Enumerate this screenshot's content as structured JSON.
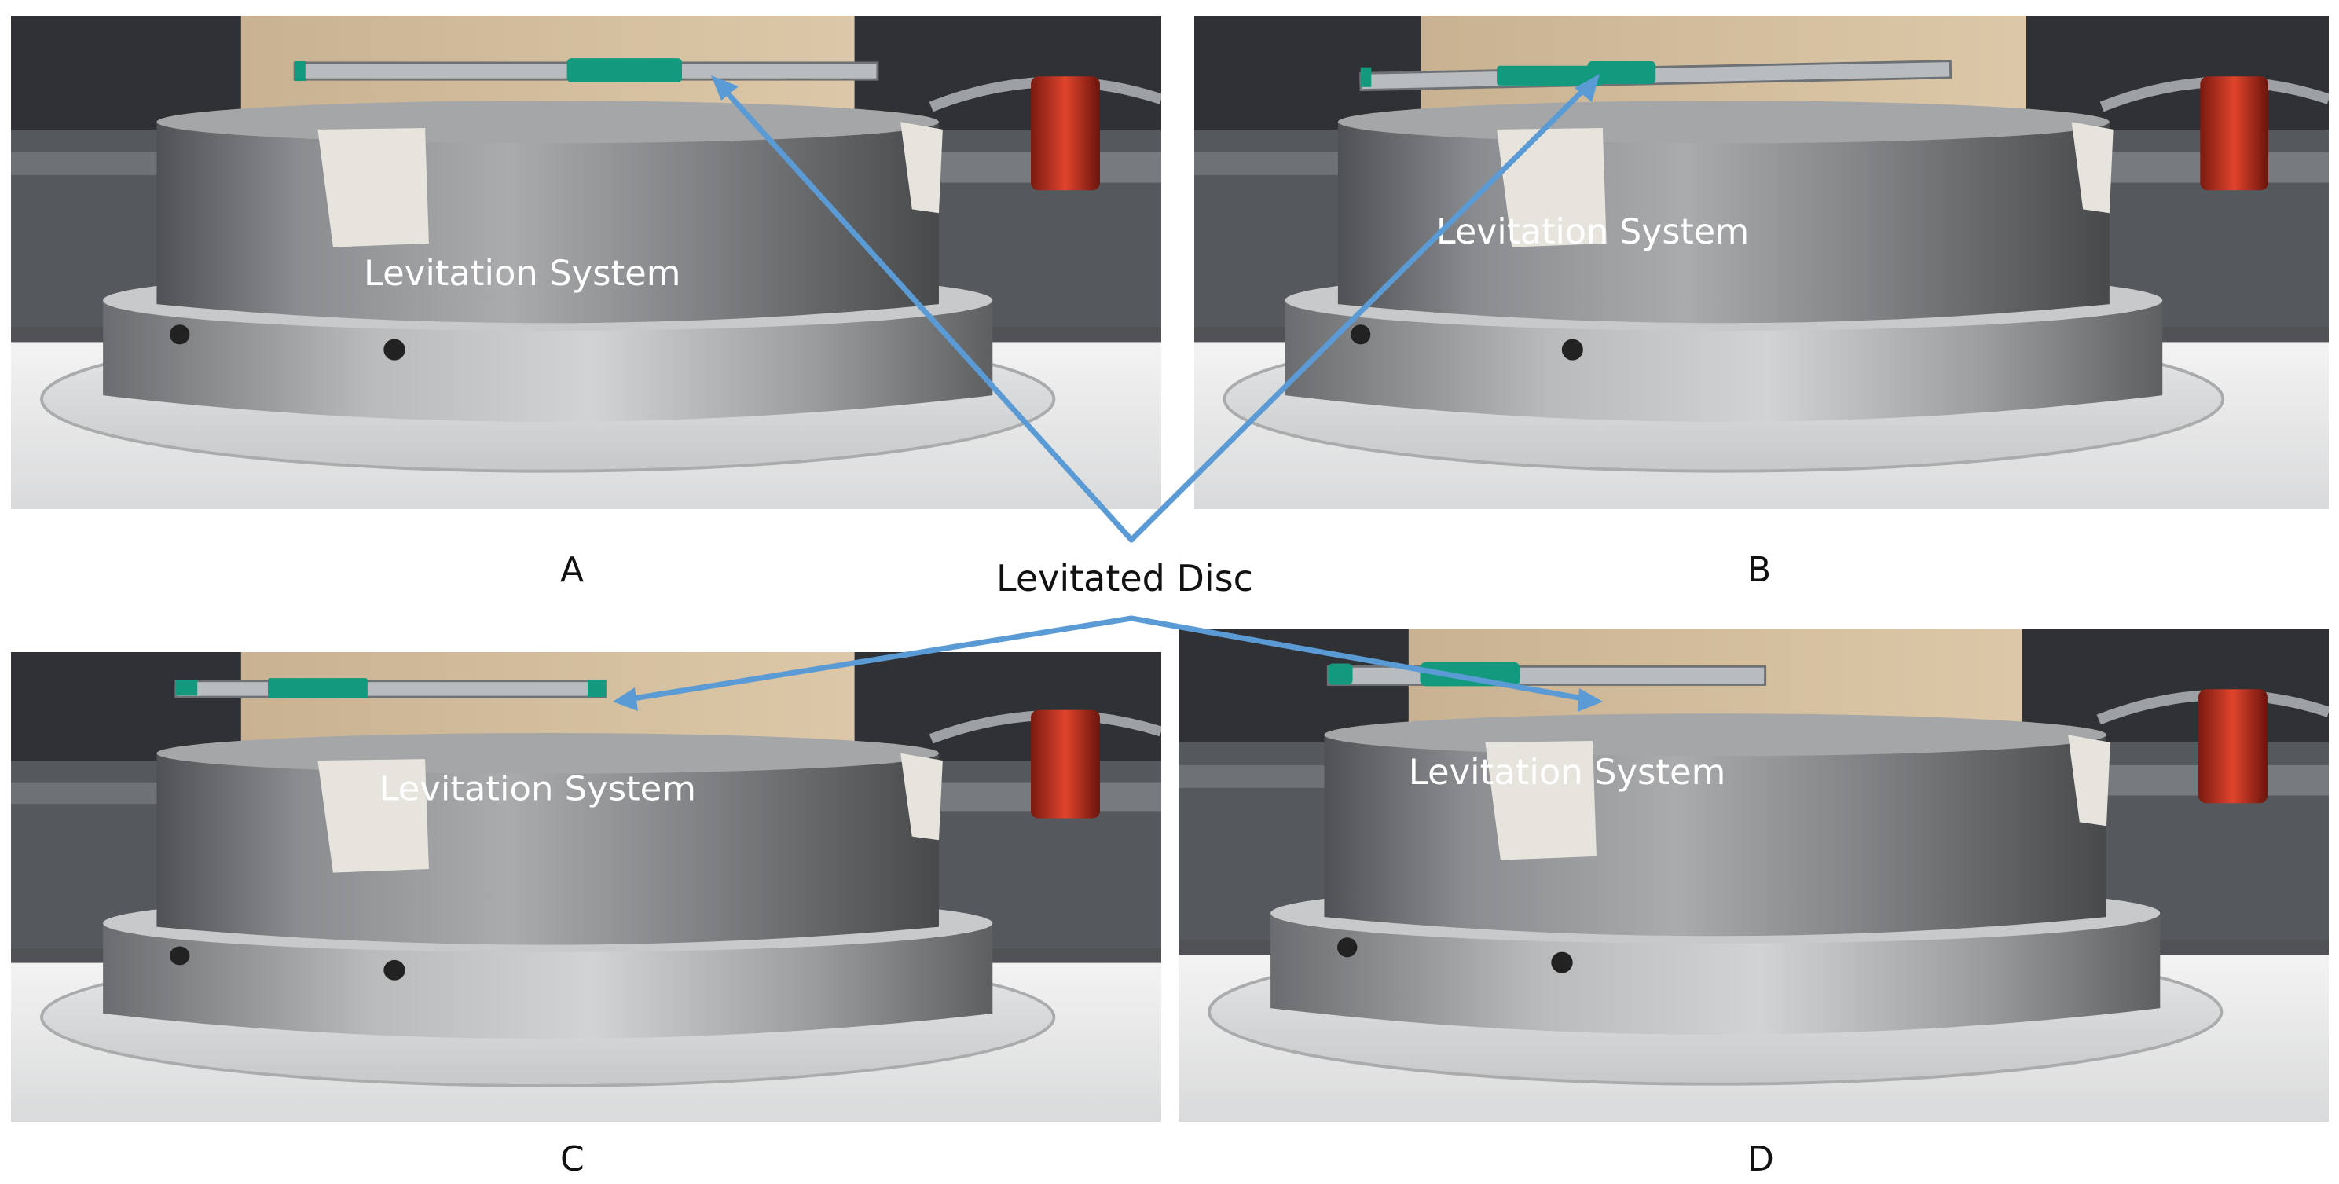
{
  "figure": {
    "callout_label": "Levitated Disc",
    "callout_color": "#5b9bd5",
    "disc_tape_color": "#139a7e",
    "housing_color": "#7d7f82",
    "panels": [
      {
        "letter": "A",
        "system_label": "Levitation System"
      },
      {
        "letter": "B",
        "system_label": "Levitation System"
      },
      {
        "letter": "C",
        "system_label": "Levitation System"
      },
      {
        "letter": "D",
        "system_label": "Levitation System"
      }
    ]
  }
}
